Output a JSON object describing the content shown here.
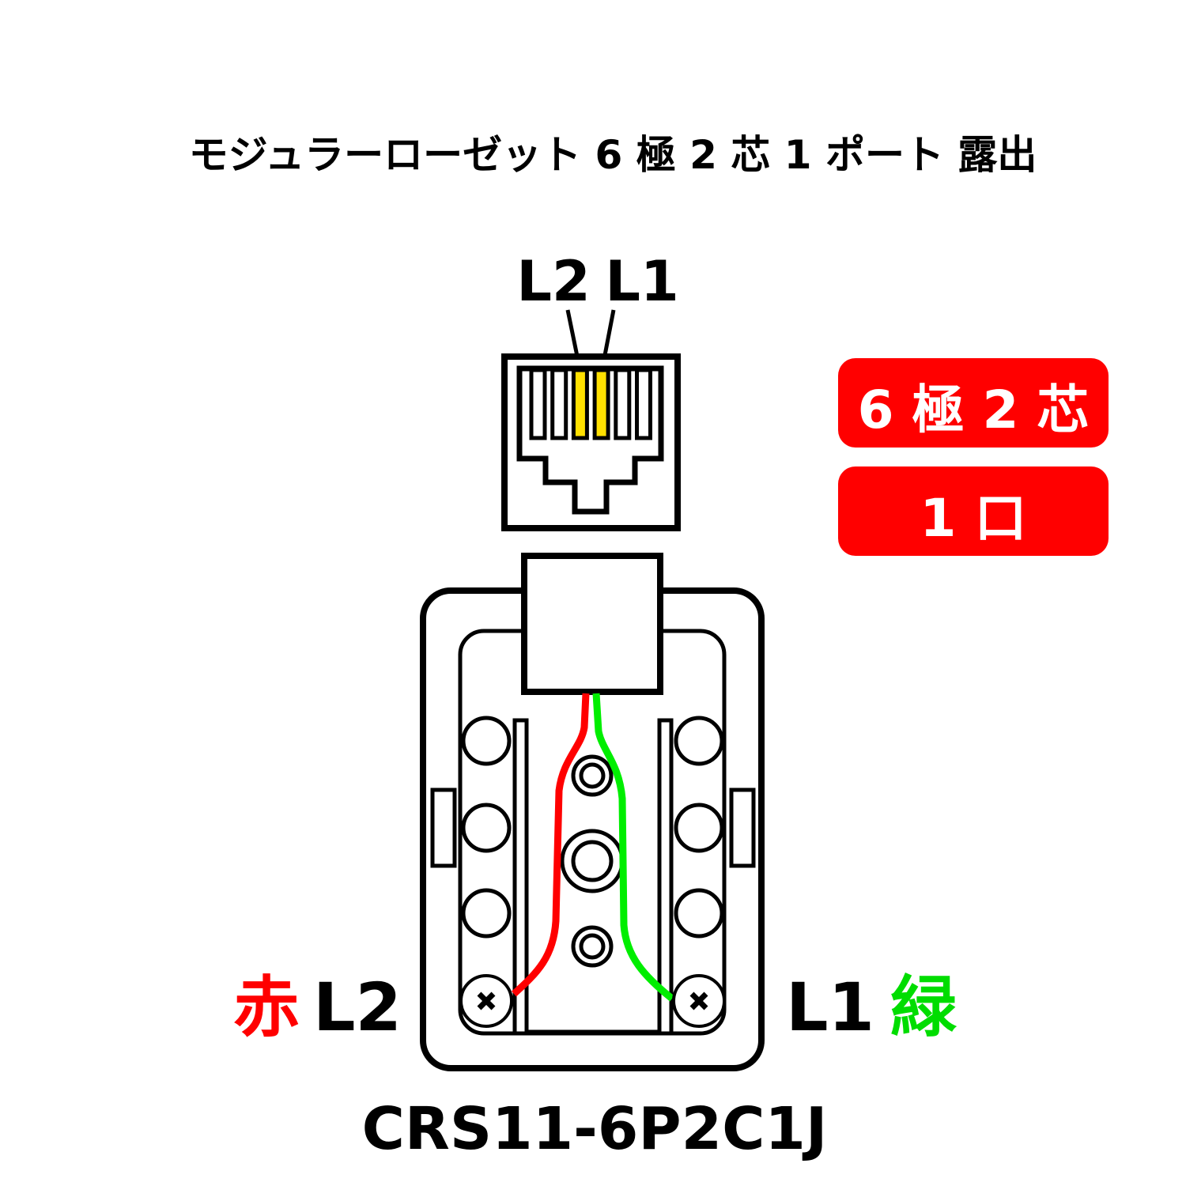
{
  "title": "モジュラーローゼット 6 極 2 芯 1 ポート 露出",
  "jack_labels": {
    "left": "L2",
    "right": "L1"
  },
  "badges": [
    {
      "label": "6 極 2 芯"
    },
    {
      "label": "1 口"
    }
  ],
  "terminals": {
    "left": {
      "color_label": "赤",
      "line_label": "L2"
    },
    "right": {
      "line_label": "L1",
      "color_label": "緑"
    }
  },
  "model": "CRS11-6P2C1J",
  "colors": {
    "badge": "#ff0000",
    "wire_red": "#ff0000",
    "wire_green": "#00ee00",
    "pin_active": "#ffe000",
    "stroke": "#000000"
  },
  "icons": [
    "modular-jack-icon",
    "rosette-body-icon",
    "screw-terminal-icon"
  ]
}
